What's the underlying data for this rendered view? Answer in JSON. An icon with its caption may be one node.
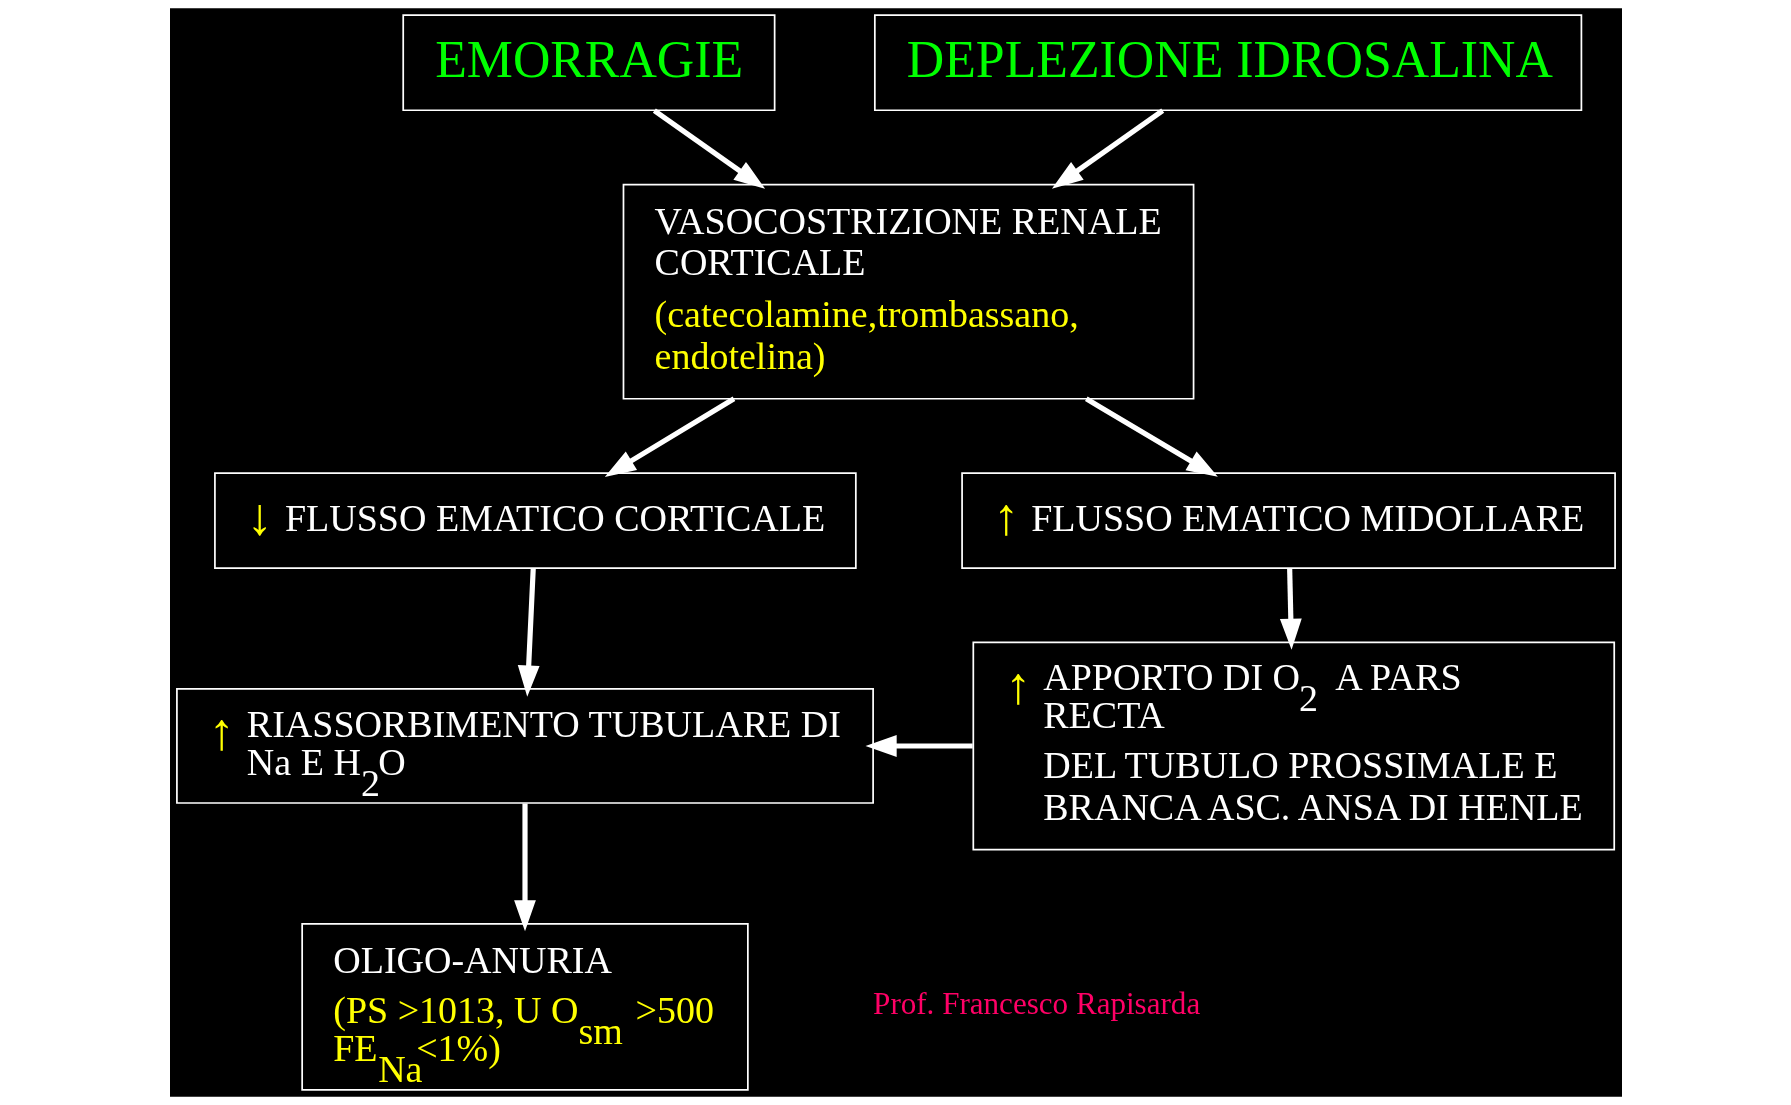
{
  "diagram": {
    "nodes": [
      {
        "text": [
          "EMORRAGIE"
        ]
      },
      {
        "text": [
          "DEPLEZIONE IDROSALINA"
        ]
      },
      {
        "text": [
          "VASOCOSTRIZIONE RENALE CORTICALE",
          "(catecolamine,trombassano, endotelina)"
        ]
      },
      {
        "text": [
          "↓",
          "FLUSSO EMATICO CORTICALE"
        ]
      },
      {
        "text": [
          "↑",
          "FLUSSO EMATICO MIDOLLARE"
        ]
      },
      {
        "text": [
          "↑",
          "RIASSORBIMENTO TUBULARE DI Na E H$_{2}$O"
        ]
      },
      {
        "text": [
          "↑",
          "APPORTO DI O$_{2}$ A PARS RECTA",
          "DEL TUBULO PROSSIMALE E BRANCA ASC. ANSA DI HENLE"
        ]
      },
      {
        "text": [
          "OLIGO-ANURIA",
          "(PS >1013, U O$_{sm}$ >500 FE$_{Na}$<1%)"
        ]
      }
    ],
    "edges": [
      {
        "from": 0,
        "to": 2,
        "arrow": "to"
      },
      {
        "from": 1,
        "to": 2,
        "arrow": "to"
      },
      {
        "from": 2,
        "to": 3,
        "arrow": "to"
      },
      {
        "from": 2,
        "to": 4,
        "arrow": "to"
      },
      {
        "from": 3,
        "to": 5,
        "arrow": "to"
      },
      {
        "from": 4,
        "to": 6,
        "arrow": "to"
      },
      {
        "from": 6,
        "to": 5,
        "arrow": "to"
      },
      {
        "from": 5,
        "to": 7,
        "arrow": "to"
      }
    ],
    "labels": [
      "Prof. Francesco Rapisarda"
    ]
  }
}
